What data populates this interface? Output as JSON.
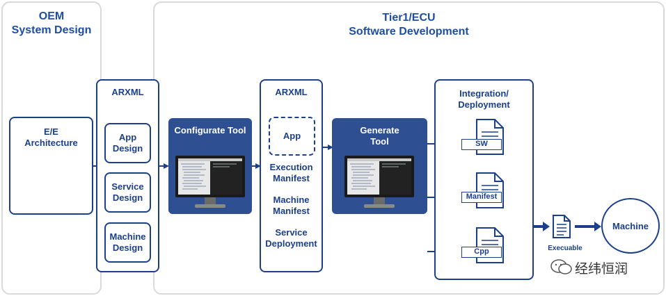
{
  "oem": {
    "title_line1": "OEM",
    "title_line2": "System Design"
  },
  "tier1": {
    "title_line1": "Tier1/ECU",
    "title_line2": "Software Development"
  },
  "ee": {
    "line1": "E/E",
    "line2": "Architecture"
  },
  "arxml1": {
    "title": "ARXML",
    "items": [
      {
        "line1": "App",
        "line2": "Design"
      },
      {
        "line1": "Service",
        "line2": "Design"
      },
      {
        "line1": "Machine",
        "line2": "Design"
      }
    ]
  },
  "configurate_tool": {
    "title": "Configurate Tool"
  },
  "arxml2": {
    "title": "ARXML",
    "app": "App",
    "items": [
      {
        "line1": "Execution",
        "line2": "Manifest"
      },
      {
        "line1": "Machine",
        "line2": "Manifest"
      },
      {
        "line1": "Service",
        "line2": "Deployment"
      }
    ]
  },
  "generate_tool": {
    "line1": "Generate",
    "line2": "Tool"
  },
  "integration": {
    "line1": "Integration/",
    "line2": "Deployment",
    "docs": [
      "SW",
      "Manifest",
      "Cpp"
    ]
  },
  "executable": {
    "label": "Execuable"
  },
  "machine": {
    "label": "Machine"
  },
  "watermark": {
    "text": "经纬恒润"
  },
  "colors": {
    "primary": "#1b3f8b",
    "tool_bg": "#2f4f93",
    "panel_border": "#d9d9d9",
    "heading": "#1f4e9e"
  }
}
